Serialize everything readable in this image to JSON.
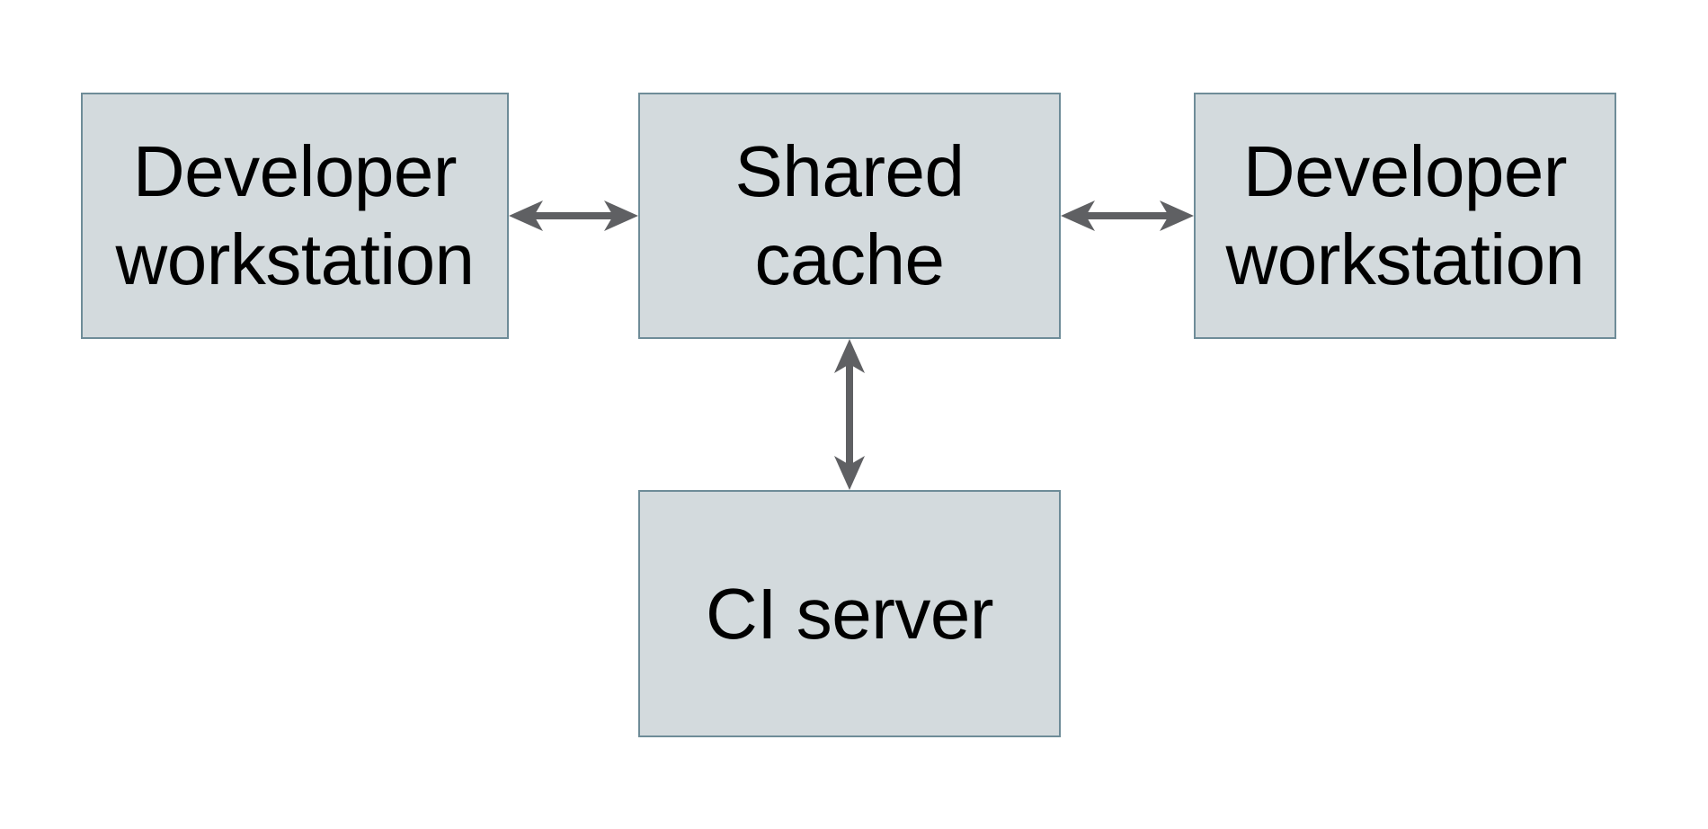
{
  "diagram": {
    "colors": {
      "background": "#ffffff",
      "node_fill": "#d3dadd",
      "node_border": "#6e8c98",
      "arrow": "#5f6063",
      "text": "#000000"
    },
    "nodes": {
      "workstation_left": {
        "label": "Developer\nworkstation"
      },
      "shared_cache": {
        "label": "Shared\ncache"
      },
      "workstation_right": {
        "label": "Developer\nworkstation"
      },
      "ci_server": {
        "label": "CI server"
      }
    },
    "edges": [
      {
        "from": "workstation_left",
        "to": "shared_cache",
        "direction": "bidirectional"
      },
      {
        "from": "shared_cache",
        "to": "workstation_right",
        "direction": "bidirectional"
      },
      {
        "from": "shared_cache",
        "to": "ci_server",
        "direction": "bidirectional"
      }
    ]
  }
}
